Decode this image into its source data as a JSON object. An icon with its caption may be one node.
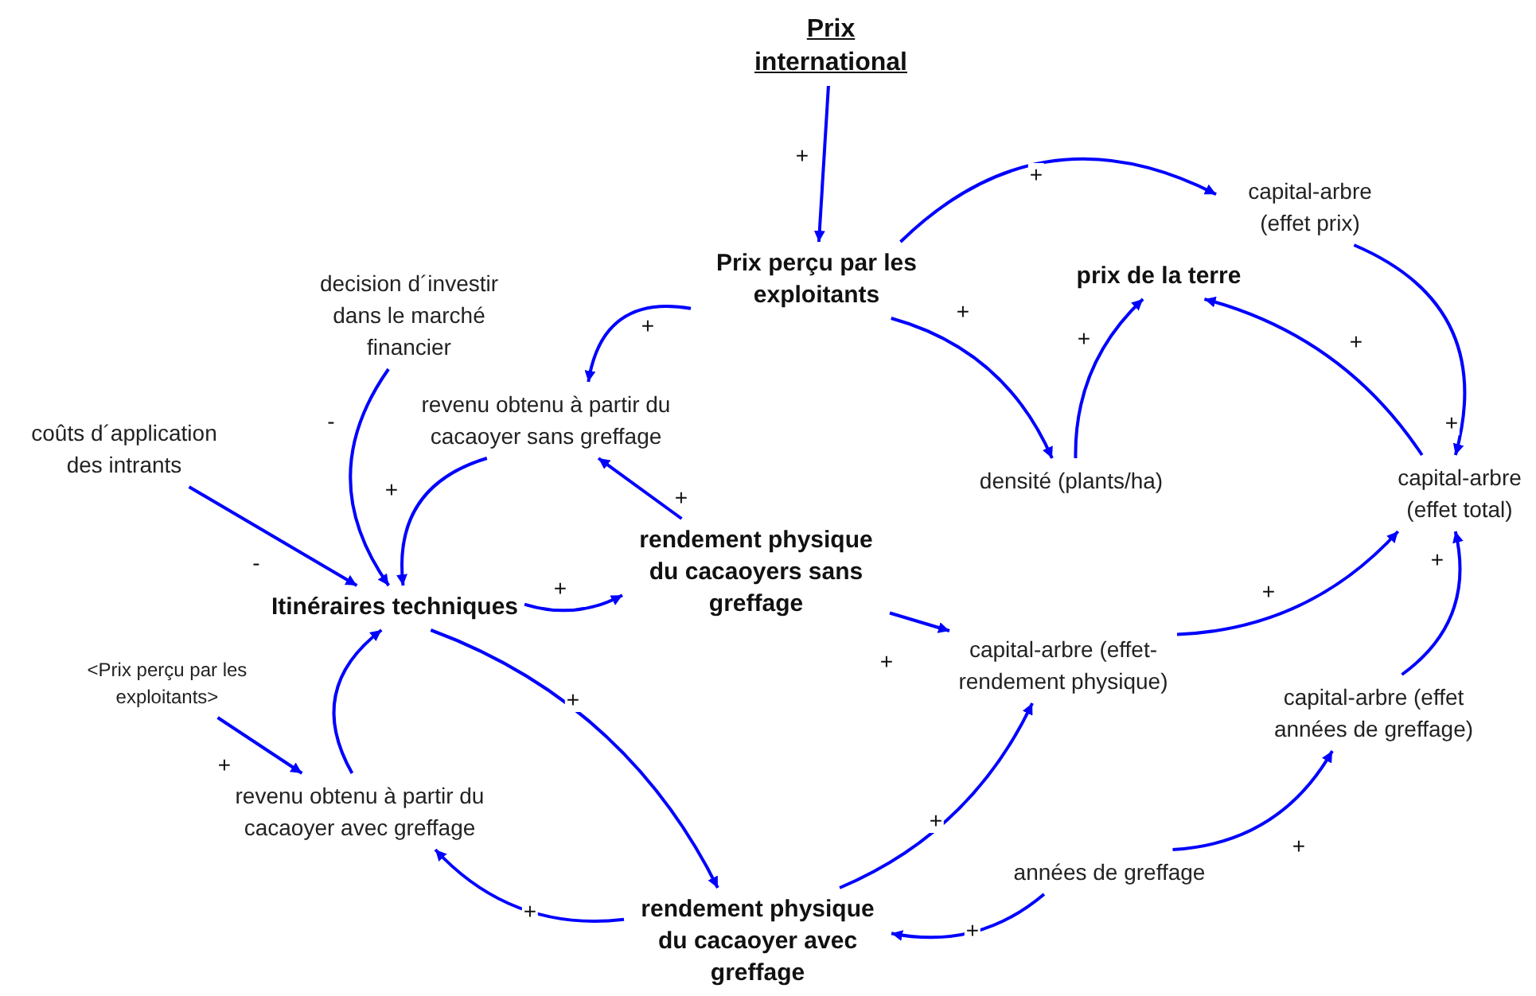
{
  "diagram": {
    "nodes": [
      {
        "text": [
          "Prix international"
        ]
      },
      {
        "text": [
          "Prix perçu par les exploitants"
        ]
      },
      {
        "text": [
          "capital-arbre (effet prix)"
        ]
      },
      {
        "text": [
          "prix de la terre"
        ]
      },
      {
        "text": [
          "decision d´investir dans le marché financier"
        ]
      },
      {
        "text": [
          "revenu obtenu à partir du cacaoyer sans greffage"
        ]
      },
      {
        "text": [
          "coûts d´application des intrants"
        ]
      },
      {
        "text": [
          "densité (plants/ha)"
        ]
      },
      {
        "text": [
          "capital-arbre (effet total)"
        ]
      },
      {
        "text": [
          "rendement physique du cacaoyers sans greffage"
        ]
      },
      {
        "text": [
          "Itinéraires techniques"
        ]
      },
      {
        "text": [
          "<Prix perçu par les exploitants>"
        ]
      },
      {
        "text": [
          "capital-arbre (effet-rendement physique)"
        ]
      },
      {
        "text": [
          "capital-arbre (effet années de greffage)"
        ]
      },
      {
        "text": [
          "revenu obtenu à partir du cacaoyer avec greffage"
        ]
      },
      {
        "text": [
          "années de greffage"
        ]
      },
      {
        "text": [
          "rendement physique du cacaoyer avec greffage"
        ]
      }
    ],
    "edges": [
      {
        "from": 0,
        "to": 1,
        "arrow": "to",
        "label": "+"
      },
      {
        "from": 1,
        "to": 2,
        "arrow": "to",
        "label": "+"
      },
      {
        "from": 1,
        "to": 5,
        "arrow": "to",
        "label": "+"
      },
      {
        "from": 1,
        "to": 7,
        "arrow": "to",
        "label": "+"
      },
      {
        "from": 7,
        "to": 3,
        "arrow": "to",
        "label": "+"
      },
      {
        "from": 2,
        "to": 8,
        "arrow": "to",
        "label": "+"
      },
      {
        "from": 8,
        "to": 3,
        "arrow": "to",
        "label": "+"
      },
      {
        "from": 4,
        "to": 10,
        "arrow": "to",
        "label": "-"
      },
      {
        "from": 5,
        "to": 10,
        "arrow": "to",
        "label": "+"
      },
      {
        "from": 6,
        "to": 10,
        "arrow": "to",
        "label": "-"
      },
      {
        "from": 9,
        "to": 5,
        "arrow": "to",
        "label": "+"
      },
      {
        "from": 10,
        "to": 9,
        "arrow": "to",
        "label": "+"
      },
      {
        "from": 10,
        "to": 16,
        "arrow": "to",
        "label": "+"
      },
      {
        "from": 11,
        "to": 14,
        "arrow": "to",
        "label": "+"
      },
      {
        "from": 14,
        "to": 10,
        "arrow": "to"
      },
      {
        "from": 9,
        "to": 12,
        "arrow": "to",
        "label": "+"
      },
      {
        "from": 12,
        "to": 8,
        "arrow": "to",
        "label": "+"
      },
      {
        "from": 13,
        "to": 8,
        "arrow": "to",
        "label": "+"
      },
      {
        "from": 16,
        "to": 12,
        "arrow": "to",
        "label": "+"
      },
      {
        "from": 16,
        "to": 14,
        "arrow": "to",
        "label": "+"
      },
      {
        "from": 15,
        "to": 13,
        "arrow": "to",
        "label": "+"
      },
      {
        "from": 15,
        "to": 16,
        "arrow": "to",
        "label": "+"
      }
    ]
  }
}
